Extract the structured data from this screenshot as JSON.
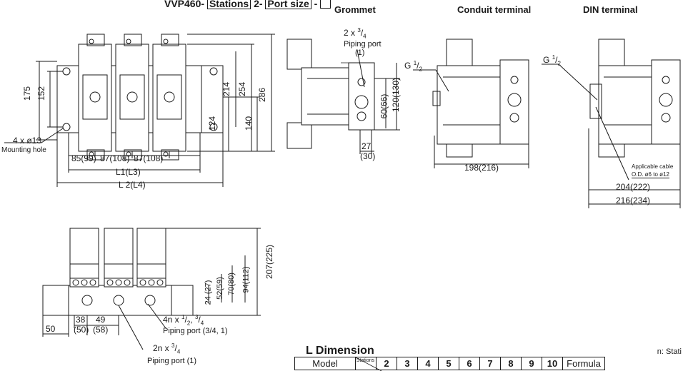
{
  "header": {
    "model_prefix": "VVP460-",
    "stations_box": "Stations",
    "middle": "2-",
    "port_size_box": "Port size",
    "dash": "-",
    "grommet": "Grommet",
    "conduit_terminal": "Conduit terminal",
    "din_terminal": "DIN terminal"
  },
  "top_view": {
    "dim_175": "175",
    "dim_152": "152",
    "dim_214": "214",
    "dim_254": "254",
    "dim_286": "286",
    "dim_124": "124",
    "dim_140": "140",
    "mounting_count": "4 x ø13",
    "mounting_hole": "Mounting hole",
    "pitch_1": "85(99)",
    "pitch_2": "87(108)",
    "pitch_3": "87(108)",
    "l1": "L1(L3)",
    "l2": "L 2(L4)"
  },
  "side_view_grommet": {
    "piping_count_a": "2 x",
    "piping_count_b": "3",
    "piping_count_c": "4",
    "piping_port_label": "Piping port",
    "piping_port_num": "(1)",
    "dim_60": "60(66)",
    "dim_120": "120(130)",
    "dim_27": "27",
    "dim_30": "(30)"
  },
  "side_view_conduit": {
    "thread_g": "G",
    "thread_a": "1",
    "thread_b": "2",
    "dim_198": "198(216)"
  },
  "side_view_din": {
    "thread_g": "G",
    "thread_a": "1",
    "thread_b": "2",
    "cable_1": "Applicable cable",
    "cable_2": "O.D. ø6 to ø12",
    "dim_204": "204(222)",
    "dim_216": "216(234)"
  },
  "front_view": {
    "dim_207": "207(225)",
    "dim_24": "24 (27)",
    "dim_52": "52(59)",
    "dim_70": "70(80)",
    "dim_94": "94(112)",
    "dim_50": "50",
    "dim_38": "38",
    "dim_38b": "(50)",
    "dim_49": "49",
    "dim_49b": "(58)",
    "port_4n_a": "4n x",
    "port_4n_b": "1",
    "port_4n_c": "2",
    "port_4n_d": ",",
    "port_4n_e": "3",
    "port_4n_f": "4",
    "port_4n_label": "Piping port (3/4, 1)",
    "port_2n_a": "2n x",
    "port_2n_b": "3",
    "port_2n_c": "4",
    "port_2n_label": "Piping port (1)"
  },
  "l_dimension": {
    "title": "L Dimension",
    "note": "n: Stati",
    "model_col": "Model",
    "stations_word": "Stations",
    "station_numbers": [
      "2",
      "3",
      "4",
      "5",
      "6",
      "7",
      "8",
      "9",
      "10"
    ],
    "formula_col": "Formula"
  }
}
